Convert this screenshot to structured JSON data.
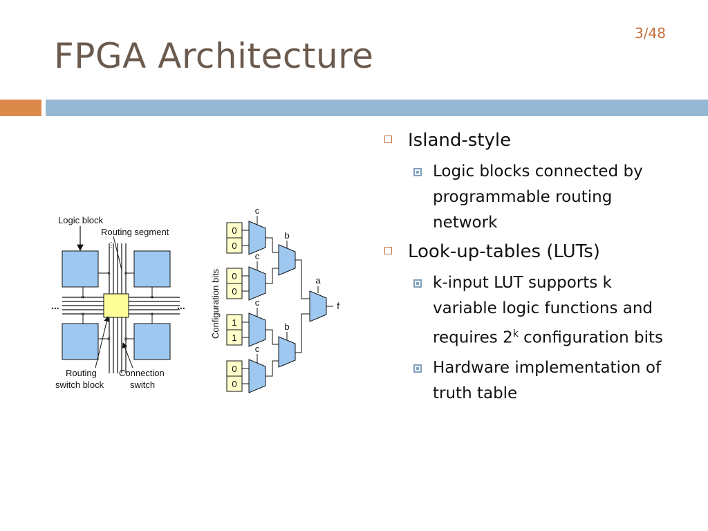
{
  "slide": {
    "title": "FPGA Architecture",
    "page_number": "3/48"
  },
  "bullets": {
    "item1": "Island-style",
    "item1_sub1": "Logic blocks connected by programmable routing network",
    "item2": "Look-up-tables (LUTs)",
    "item2_sub1_pre": "k-input LUT supports k variable logic functions and requires 2",
    "item2_sub1_sup": "k",
    "item2_sub1_post": " configuration bits",
    "item2_sub2": "Hardware implementation of truth table"
  },
  "fpga_diagram": {
    "label_logic_block": "Logic block",
    "label_routing_segment": "Routing segment",
    "label_routing_switch_line1": "Routing",
    "label_routing_switch_line2": "switch block",
    "label_connection_line1": "Connection",
    "label_connection_line2": "switch",
    "ellipsis": "...",
    "ellipsis_h": "..."
  },
  "lut_diagram": {
    "axis_label": "Configuration bits",
    "config_bits": [
      "0",
      "0",
      "0",
      "0",
      "1",
      "1",
      "0",
      "0"
    ],
    "select_first_stage": [
      "c",
      "c",
      "c",
      "c"
    ],
    "select_second_stage": [
      "b",
      "b"
    ],
    "select_final": "a",
    "output": "f"
  },
  "colors": {
    "title": "#6b5a4e",
    "accent_orange": "#dc8a4b",
    "accent_blue": "#94b7d3",
    "logic_block": "#9ec8ef",
    "switch_block": "#ffff99",
    "config_cell": "#ffffcc"
  }
}
